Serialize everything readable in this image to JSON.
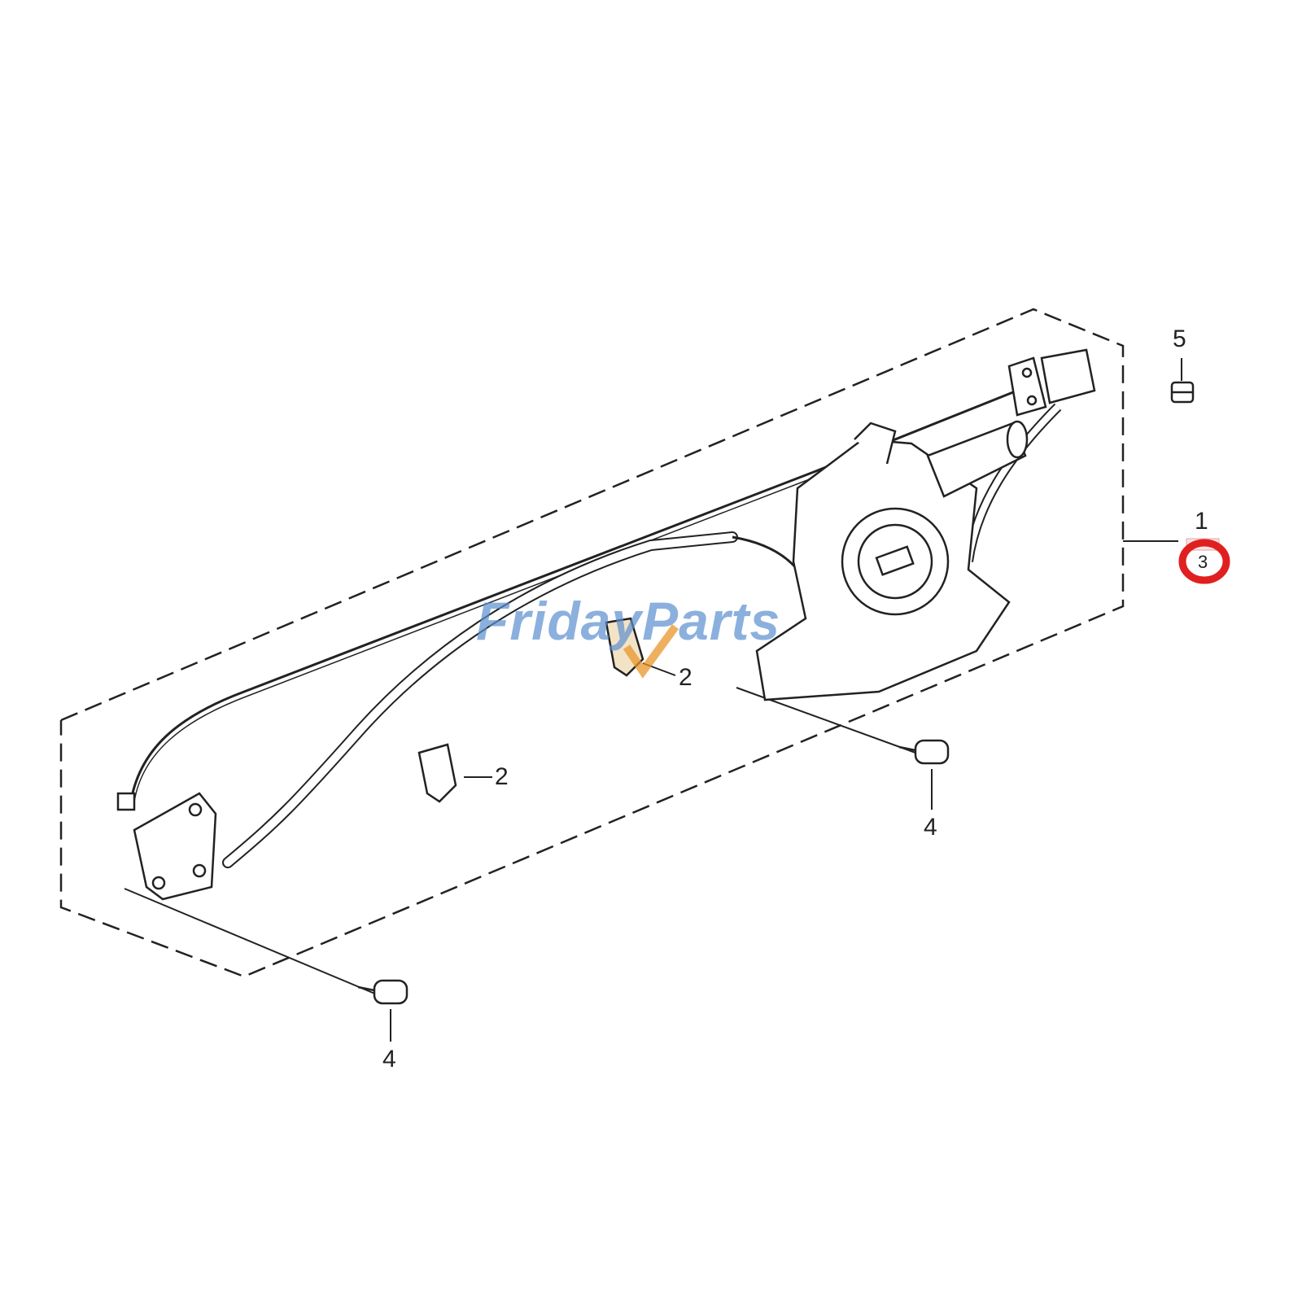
{
  "diagram": {
    "callouts": {
      "part1": "1",
      "part2a": "2",
      "part2b": "2",
      "part3": "3",
      "part4a": "4",
      "part4b": "4",
      "part5": "5"
    },
    "watermark": "FridayParts",
    "colors": {
      "line": "#222222",
      "highlight_circle": "#e02020",
      "watermark_blue": "#5b8fd0",
      "watermark_orange": "#e8952a"
    }
  }
}
